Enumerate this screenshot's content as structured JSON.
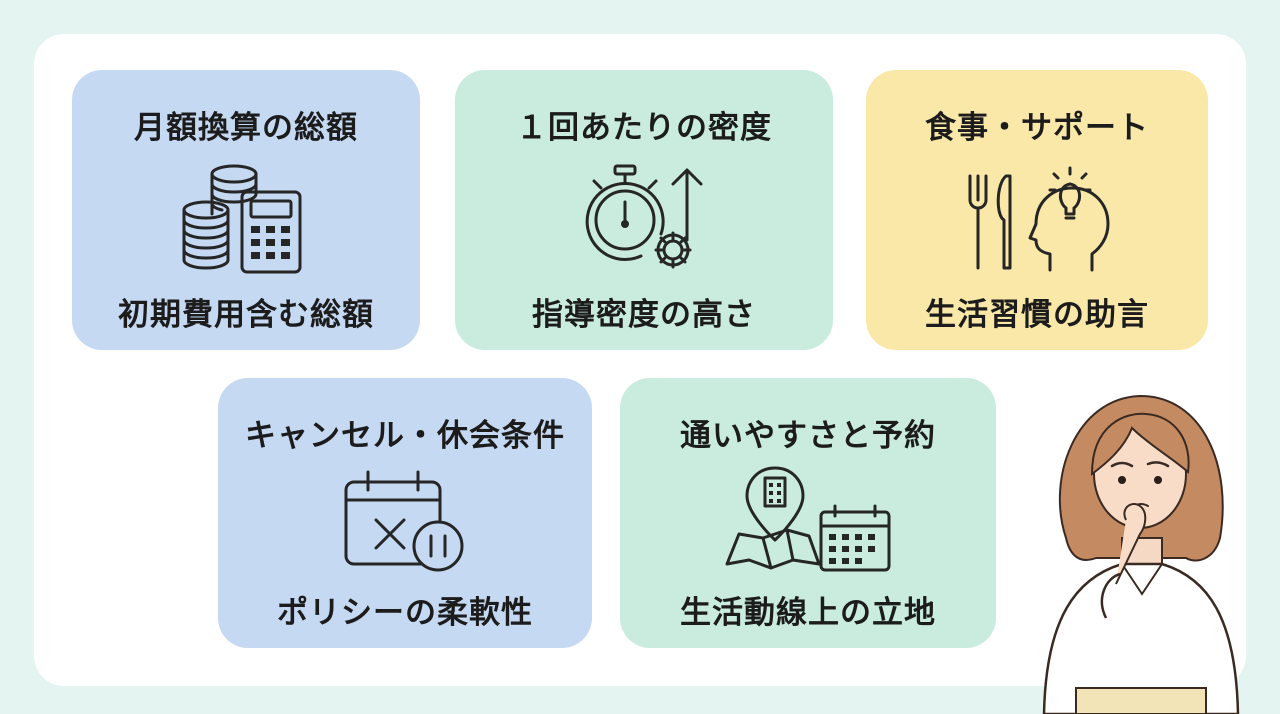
{
  "cards": [
    {
      "title": "月額換算の総額",
      "subtitle": "初期費用含む総額",
      "icon": "coins-calculator-icon",
      "color": "#c5d9f3"
    },
    {
      "title": "１回あたりの密度",
      "subtitle": "指導密度の高さ",
      "icon": "stopwatch-gear-arrow-icon",
      "color": "#c9ecdf"
    },
    {
      "title": "食事・サポート",
      "subtitle": "生活習慣の助言",
      "icon": "fork-knife-head-bulb-icon",
      "color": "#f9e8a8"
    },
    {
      "title": "キャンセル・休会条件",
      "subtitle": "ポリシーの柔軟性",
      "icon": "calendar-cancel-pause-icon",
      "color": "#c5d9f3"
    },
    {
      "title": "通いやすさと予約",
      "subtitle": "生活動線上の立地",
      "icon": "map-pin-calendar-icon",
      "color": "#c9ecdf"
    }
  ],
  "illustration": {
    "icon": "thinking-woman-icon"
  }
}
